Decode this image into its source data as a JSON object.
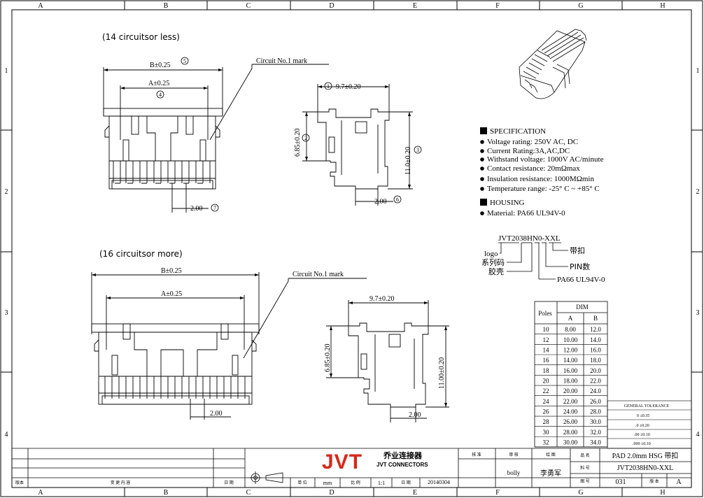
{
  "frame": {
    "columns": [
      "A",
      "B",
      "C",
      "D",
      "E",
      "F",
      "G",
      "H"
    ],
    "rows": [
      "1",
      "2",
      "3",
      "4"
    ]
  },
  "views": {
    "top_heading": "(14 circuitsor less)",
    "bottom_heading": "(16 circuitsor more)",
    "circuit_mark": "Circuit No.1 mark",
    "dim_b": "B±0.25",
    "dim_a": "A±0.25",
    "dim_97": "9.7±0.20",
    "dim_685": "6.85±0.20",
    "dim_110_top": "11.0±0.20",
    "dim_110_bottom": "11.00±0.20",
    "dim_200": "2.00",
    "balloon_1": "1",
    "balloon_2": "2",
    "balloon_3": "3",
    "balloon_4": "4",
    "balloon_5": "5",
    "balloon_6": "6",
    "balloon_7": "7"
  },
  "spec": {
    "heading": "SPECIFICATION",
    "lines": [
      "Voltage rating: 250V AC, DC",
      "Current Rating:3A,AC,DC",
      "Withstand voltage: 1000V AC/minute",
      "Contact resistance: 20mΩmax",
      "Insulation resistance: 1000MΩmin",
      "Temperature range: -25° C ~ +85° C"
    ],
    "housing_heading": "HOUSING",
    "housing_material": "Material: PA66 UL94V-0"
  },
  "part_code": {
    "code": "JVT2038HN0-XXL",
    "logo": "logo",
    "series": "系列码",
    "housing": "胶壳",
    "latch": "带扣",
    "pins": "PIN数",
    "material": "PA66 UL94V-0"
  },
  "dim_table": {
    "poles_header": "Poles",
    "dim_header": "DIM",
    "col_a": "A",
    "col_b": "B",
    "rows": [
      [
        "10",
        "8.00",
        "12.0"
      ],
      [
        "12",
        "10.00",
        "14.0"
      ],
      [
        "14",
        "12.00",
        "16.0"
      ],
      [
        "16",
        "14.00",
        "18.0"
      ],
      [
        "18",
        "16.00",
        "20.0"
      ],
      [
        "20",
        "18.00",
        "22.0"
      ],
      [
        "22",
        "20.00",
        "24.0"
      ],
      [
        "24",
        "22.00",
        "26.0"
      ],
      [
        "26",
        "24.00",
        "28.0"
      ],
      [
        "28",
        "26.00",
        "30.0"
      ],
      [
        "30",
        "28.00",
        "32.0"
      ],
      [
        "32",
        "30.00",
        "34.0"
      ]
    ]
  },
  "tolerance": {
    "title": "GENERAL TOLERANCE",
    "rows": [
      "0   ±0.35",
      ".0   ±0.20",
      ".00  ±0.10",
      ".000 ±0.10"
    ]
  },
  "title_block": {
    "brand": "JVT",
    "brand_cn": "乔业连接器",
    "brand_en": "JVT CONNECTORS",
    "rev_label": "版本",
    "change_label": "变 更 内 容",
    "date_label": "日 期",
    "unit_label": "单 位",
    "unit_value": "mm",
    "scale_label": "比 例",
    "scale_value": "1:1",
    "date_label2": "日 期",
    "date_value": "20140304",
    "approve_label": "核 准",
    "review_label": "审 核",
    "drawn_label": "绘 图",
    "reviewer": "bolly",
    "drafter": "李勇军",
    "name_label": "品 名",
    "name_value": "PAD 2.0mm HSG 带扣",
    "part_label": "料 号",
    "part_value": "JVT2038HN0-XXL",
    "drawing_no_label": "图 号",
    "drawing_no": "031",
    "version_label": "版 本",
    "version_value": "A"
  }
}
